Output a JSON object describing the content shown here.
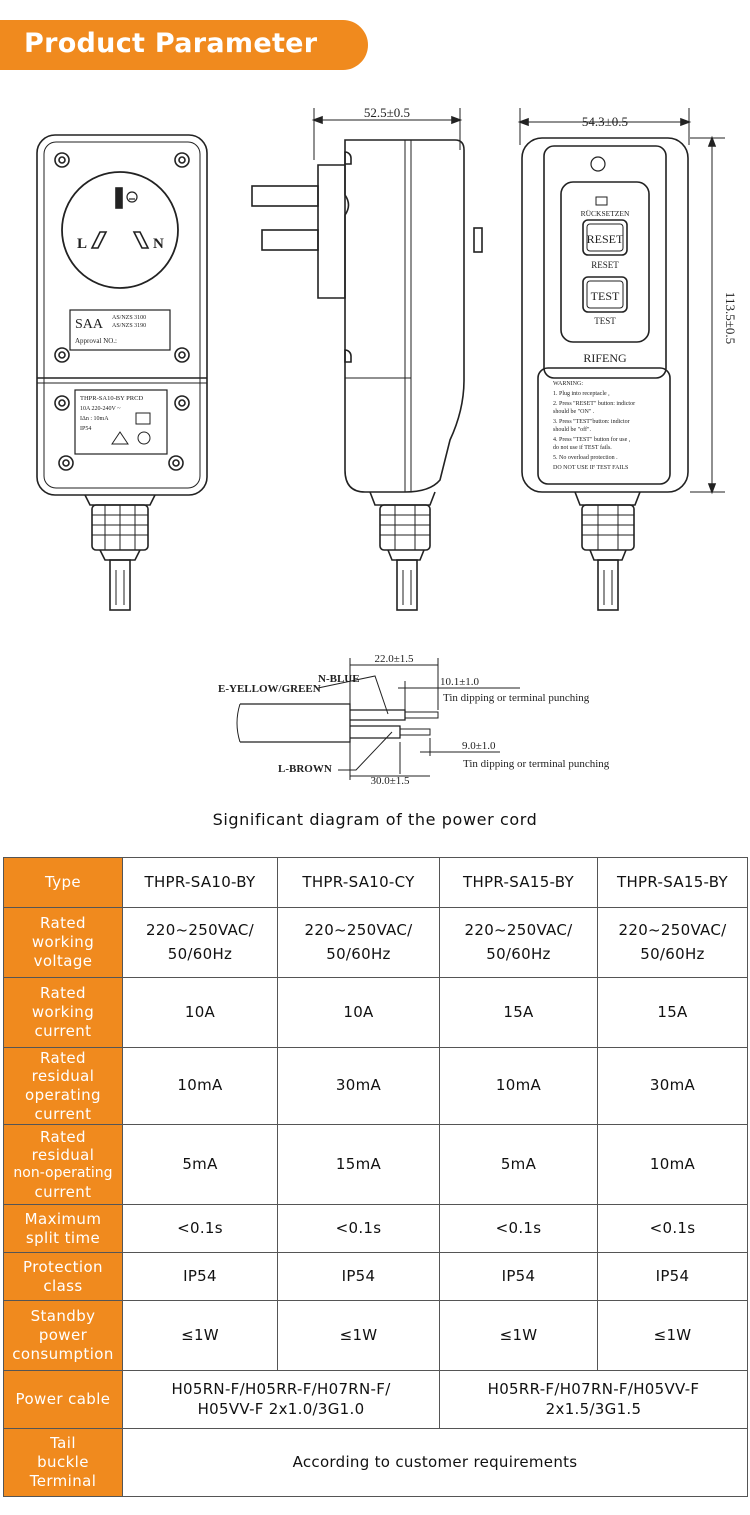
{
  "banner": {
    "title": "Product Parameter"
  },
  "drawings": {
    "dim_width_side": "52.5±0.5",
    "dim_width_back": "54.3±0.5",
    "dim_height": "113.5±0.5",
    "socket_label_l": "L",
    "socket_label_n": "N",
    "label_saa": "SAA",
    "label_std1": "AS/NZS 3100",
    "label_std2": "AS/NZS 3190",
    "label_approval": "Approval NO.:",
    "label_model": "THPR-SA10-BY  PRCD",
    "label_rating": "10A 220-240V ~",
    "label_idn": "IΔn : 10mA",
    "label_ip": "IP54",
    "reset_top": "RÜCKSETZEN",
    "reset_button": "RESET",
    "reset_label": "RESET",
    "test_button": "TEST",
    "test_label": "TEST",
    "brand": "RIFENG",
    "warning_lines": [
      "WARNING:",
      "1. Plug into receptacle ,",
      "2. Press \"RESET\" button: indictor",
      "   should be \"ON\" .",
      "3. Press \"TEST\"button: indictor",
      "   should be \"off\".",
      "4. Press \"TEST\" button for use ,",
      "   do not use if TEST fails.",
      "5. No overload protection .",
      "DO NOT USE IF TEST FAILS"
    ]
  },
  "cord_diagram": {
    "dim_top": "22.0±1.5",
    "dim_n": "10.1±1.0",
    "dim_l": "9.0±1.0",
    "dim_bottom": "30.0±1.5",
    "label_e": "E-YELLOW/GREEN",
    "label_n": "N-BLUE",
    "label_l": "L-BROWN",
    "note_n": "Tin dipping or terminal punching",
    "note_l": "Tin dipping or terminal punching",
    "caption": "Significant diagram of the power cord"
  },
  "table": {
    "type_label": "Type",
    "models": [
      "THPR-SA10-BY",
      "THPR-SA10-CY",
      "THPR-SA15-BY",
      "THPR-SA15-BY"
    ],
    "rows": [
      {
        "label": [
          "Rated",
          "working",
          "voltage"
        ],
        "values": [
          [
            "220~250VAC/",
            "50/60Hz"
          ],
          [
            "220~250VAC/",
            "50/60Hz"
          ],
          [
            "220~250VAC/",
            "50/60Hz"
          ],
          [
            "220~250VAC/",
            "50/60Hz"
          ]
        ]
      },
      {
        "label": [
          "Rated",
          "working",
          "current"
        ],
        "values": [
          "10A",
          "10A",
          "15A",
          "15A"
        ]
      },
      {
        "label": [
          "Rated",
          "residual",
          "operating",
          "current"
        ],
        "values": [
          "10mA",
          "30mA",
          "10mA",
          "30mA"
        ]
      },
      {
        "label": [
          "Rated",
          "residual",
          "non-operating",
          "current"
        ],
        "values": [
          "5mA",
          "15mA",
          "5mA",
          "10mA"
        ]
      },
      {
        "label": [
          "Maximum",
          "split time"
        ],
        "values": [
          "<0.1s",
          "<0.1s",
          "<0.1s",
          "<0.1s"
        ]
      },
      {
        "label": [
          "Protection",
          "class"
        ],
        "values": [
          "IP54",
          "IP54",
          "IP54",
          "IP54"
        ]
      },
      {
        "label": [
          "Standby",
          "power",
          "consumption"
        ],
        "values": [
          "≤1W",
          "≤1W",
          "≤1W",
          "≤1W"
        ]
      }
    ],
    "power_cable": {
      "label": "Power cable",
      "group1": [
        "H05RN-F/H05RR-F/H07RN-F/",
        "H05VV-F 2x1.0/3G1.0"
      ],
      "group2": [
        "H05RR-F/H07RN-F/H05VV-F",
        "2x1.5/3G1.5"
      ]
    },
    "tail": {
      "label": [
        "Tail",
        "buckle",
        "Terminal"
      ],
      "value": "According to customer requirements"
    }
  }
}
